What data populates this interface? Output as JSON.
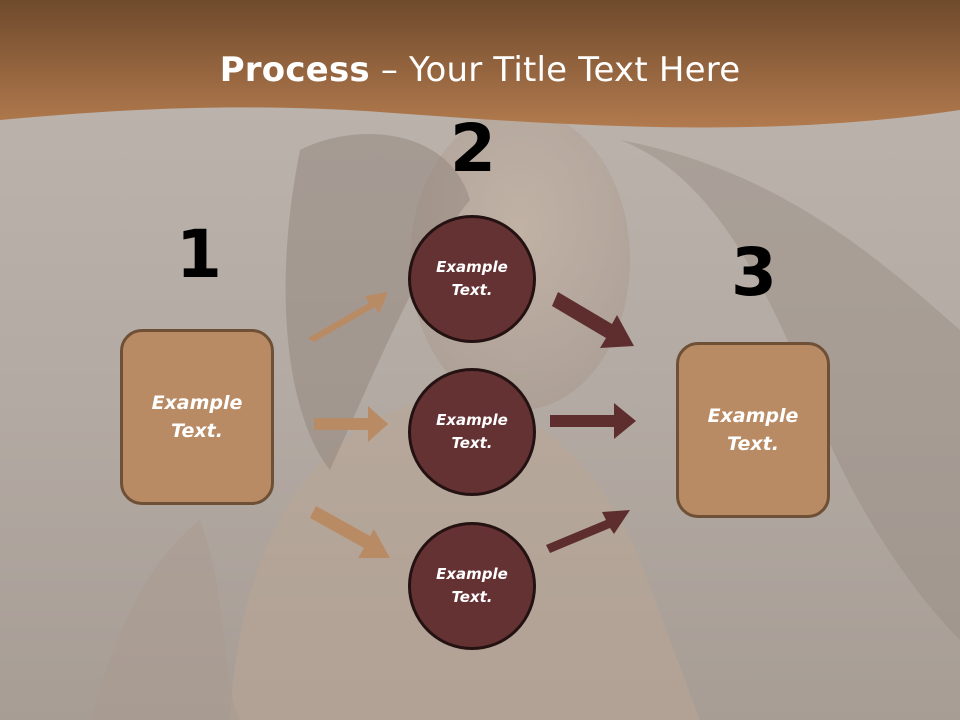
{
  "slide": {
    "title_bold": "Process",
    "title_rest": " – Your Title Text Here"
  },
  "steps": {
    "one": "1",
    "two": "2",
    "three": "3"
  },
  "nodes": {
    "left_box": "Example\nText.",
    "right_box": "Example\nText.",
    "circle_top": "Example\nText.",
    "circle_middle": "Example\nText.",
    "circle_bottom": "Example\nText."
  },
  "colors": {
    "banner": "#a56d42",
    "box_fill": "#b98b65",
    "circle_fill": "#653233",
    "arrow_light": "#b98b65",
    "arrow_dark": "#5e2e2e"
  }
}
